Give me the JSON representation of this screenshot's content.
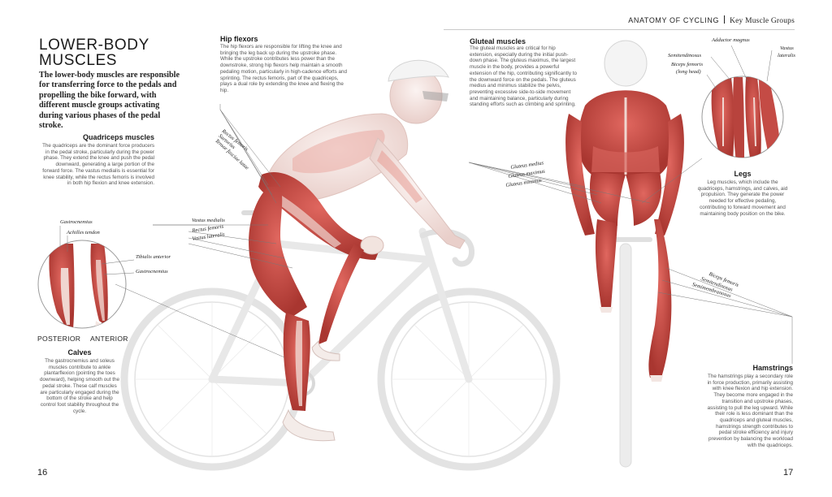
{
  "header": {
    "section": "ANATOMY OF CYCLING",
    "subsection": "Key Muscle Groups"
  },
  "title": {
    "line1": "LOWER-BODY",
    "line2": "MUSCLES"
  },
  "intro": "The lower-body muscles are responsible for transferring force to the pedals and propelling the bike forward, with different muscle groups activating during various phases of the pedal stroke.",
  "sections": {
    "quadriceps": {
      "heading": "Quadriceps muscles",
      "body": "The quadriceps are the dominant force producers in the pedal stroke, particularly during the power phase. They extend the knee and push the pedal downward, generating a large portion of the forward force. The vastus medialis is essential for knee stability, while the rectus femoris is involved in both hip flexion and knee extension."
    },
    "hip_flexors": {
      "heading": "Hip flexors",
      "body": "The hip flexors are responsible for lifting the knee and bringing the leg back up during the upstroke phase. While the upstroke contributes less power than the downstroke, strong hip flexors help maintain a smooth pedaling motion, particularly in high-cadence efforts and sprinting. The rectus femoris, part of the quadriceps, plays a dual role by extending the knee and flexing the hip."
    },
    "gluteal": {
      "heading": "Gluteal muscles",
      "body": "The gluteal muscles are critical for hip extension, especially during the initial push-down phase. The gluteus maximus, the largest muscle in the body, provides a powerful extension of the hip, contributing significantly to the downward force on the pedals. The gluteus medius and minimus stabilize the pelvis, preventing excessive side-to-side movement and maintaining balance, particularly during standing efforts such as climbing and sprinting."
    },
    "calves": {
      "heading": "Calves",
      "body": "The gastrocnemius and soleus muscles contribute to ankle plantarflexion (pointing the toes downward), helping smooth out the pedal stroke. These calf muscles are particularly engaged during the bottom of the stroke and help control foot stability throughout the cycle."
    },
    "legs": {
      "heading": "Legs",
      "body": "Leg muscles, which include the quadriceps, hamstrings, and calves, aid propulsion. They generate the power needed for effective pedaling, contributing to forward movement and maintaining body position on the bike."
    },
    "hamstrings": {
      "heading": "Hamstrings",
      "body": "The hamstrings play a secondary role in force production, primarily assisting with knee flexion and hip extension. They become more engaged in the transition and upstroke phases, assisting to pull the leg upward. While their role is less dominant than the quadriceps and gluteal muscles, hamstrings strength contributes to pedal stroke efficiency and injury prevention by balancing the workload with the quadriceps."
    }
  },
  "labels": {
    "gastrocnemius_top": "Gastrocnemius",
    "achilles": "Achilles tendon",
    "tibialis": "Tibialis anterior",
    "gastrocnemius_right": "Gastrocnemius",
    "posterior": "POSTERIOR",
    "anterior": "ANTERIOR",
    "rectus_femoris_hip": "Rectus femoris",
    "sartorius": "Sartorius",
    "tensor": "Tensor fasciae latae",
    "vastus_medialis": "Vastus medialis",
    "rectus_femoris_quad": "Rectus femoris",
    "vastus_lateralis_quad": "Vastus lateralis",
    "gluteus_medius": "Gluteus medius",
    "gluteus_maximus": "Gluteus maximus",
    "gluteus_minimus": "Gluteus minimus",
    "adductor_magnus": "Adductor magnus",
    "semitendinosus_top": "Semitendinosus",
    "biceps_long_1": "Biceps femoris",
    "biceps_long_2": "(long head)",
    "vastus_lat_1": "Vastus",
    "vastus_lat_2": "lateralis",
    "biceps_femoris_ham": "Biceps femoris",
    "semitendinosus_ham": "Semitendinosus",
    "semimembranosus": "Semimembranosus"
  },
  "pages": {
    "left": "16",
    "right": "17"
  },
  "colors": {
    "muscle": "#c94a45",
    "muscle_light": "#e89a93",
    "skin": "#f1e2de",
    "bike": "#e4e4e4"
  }
}
